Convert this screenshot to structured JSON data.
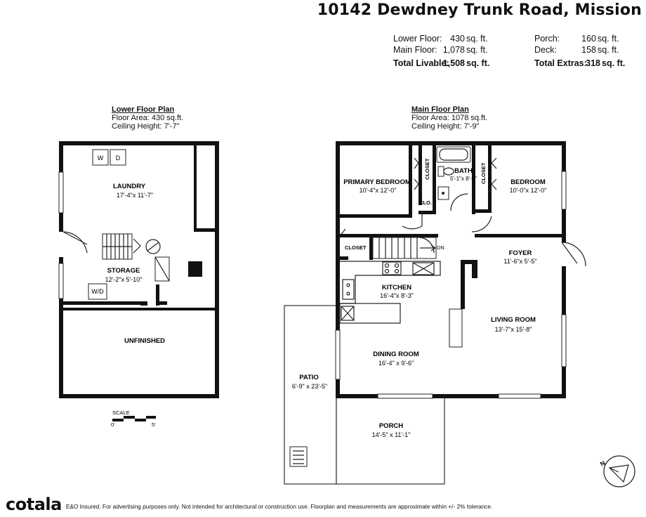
{
  "title": "10142 Dewdney Trunk Road, Mission",
  "summary": {
    "livable": [
      {
        "label": "Lower Floor:",
        "value": "430",
        "unit": "sq. ft."
      },
      {
        "label": "Main Floor:",
        "value": "1,078",
        "unit": "sq. ft."
      }
    ],
    "livable_total": {
      "label": "Total Livable:",
      "value": "1,508",
      "unit": "sq. ft."
    },
    "extras": [
      {
        "label": "Porch:",
        "value": "160",
        "unit": "sq. ft."
      },
      {
        "label": "Deck:",
        "value": "158",
        "unit": "sq. ft."
      }
    ],
    "extras_total": {
      "label": "Total Extras:",
      "value": "318",
      "unit": "sq. ft."
    }
  },
  "lower_plan": {
    "title": "Lower Floor Plan",
    "area": "Floor Area: 430 sq.ft.",
    "ceiling": "Ceiling Height: 7'-7\"",
    "rooms": [
      {
        "name": "LAUNDRY",
        "dims": "17'-4\"x 11'-7\""
      },
      {
        "name": "STORAGE",
        "dims": "12'-2\"x 5'-10\""
      },
      {
        "name": "UNFINISHED",
        "dims": ""
      }
    ],
    "appliances": {
      "washer": "W",
      "dryer": "D",
      "combo": "W/D"
    }
  },
  "main_plan": {
    "title": "Main Floor Plan",
    "area": "Floor Area: 1078 sq.ft.",
    "ceiling": "Ceiling Height: 7'-9\"",
    "rooms": [
      {
        "name": "PRIMARY BEDROOM",
        "dims": "10'-4\"x 12'-0\""
      },
      {
        "name": "BATH",
        "dims": "5'-1\"x 8'-5\""
      },
      {
        "name": "BEDROOM",
        "dims": "10'-0\"x 12'-0\""
      },
      {
        "name": "FOYER",
        "dims": "11'-6\"x 5'-5\""
      },
      {
        "name": "KITCHEN",
        "dims": "16'-4\"x 8'-3\""
      },
      {
        "name": "LIVING ROOM",
        "dims": "13'-7\"x 15'-8\""
      },
      {
        "name": "DINING ROOM",
        "dims": "16'-4\" x 9'-6\""
      },
      {
        "name": "PATIO",
        "dims": "6'-9\" x 23'-5\""
      },
      {
        "name": "PORCH",
        "dims": "14'-5\" x 11'-1\""
      }
    ],
    "labels": {
      "closet": "CLOSET",
      "clo": "CLO.",
      "down": "DN"
    }
  },
  "scale": {
    "label": "SCALE",
    "min": "0'",
    "max": "5'"
  },
  "compass": {
    "label": "N"
  },
  "footer": {
    "logo": "cotala",
    "disclaimer": "E&O Insured. For advertising purposes only. Not intended for architectural or construction use. Floorplan and measurements are approximate within +/- 2% tolerance."
  }
}
